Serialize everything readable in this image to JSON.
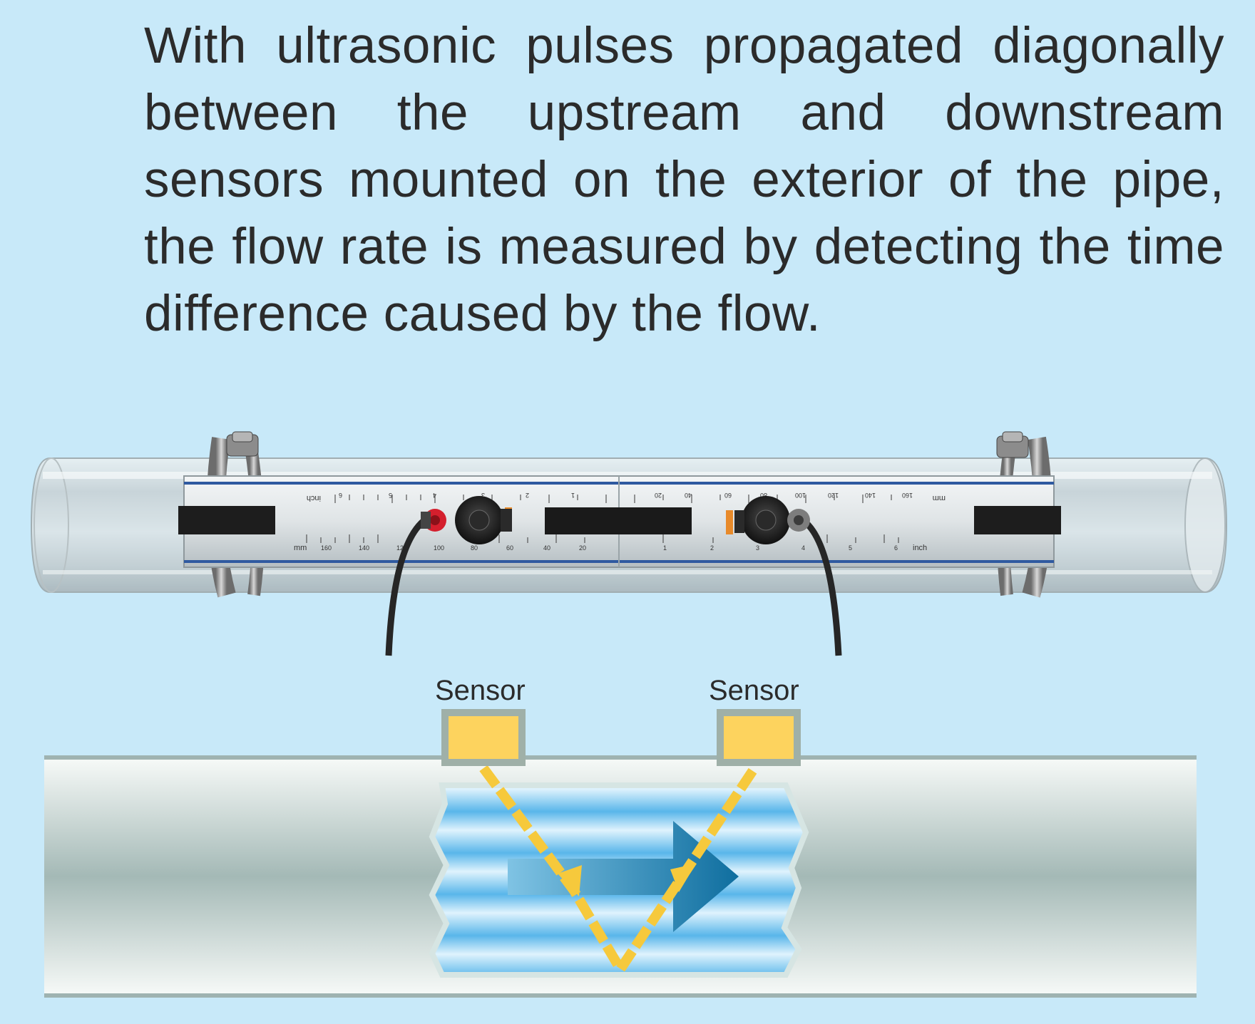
{
  "description": "With ultrasonic pulses propagated diagonally between the upstream and downstream sensors mounted on the exterior of the pipe, the flow rate is measured by detecting the time difference caused by the flow.",
  "photo": {
    "scale_left_unit_top": "inch",
    "scale_left_unit_bottom": "mm",
    "scale_right_unit_top": "mm",
    "scale_right_unit_bottom": "inch",
    "scale_left_bottom_ticks": [
      "160",
      "140",
      "120",
      "100",
      "80",
      "60",
      "40",
      "20"
    ],
    "scale_right_top_ticks": [
      "20",
      "40",
      "60",
      "80",
      "100",
      "120",
      "140",
      "160"
    ],
    "scale_left_top_ticks": [
      "6",
      "5",
      "4",
      "3",
      "2",
      "1"
    ],
    "scale_right_bottom_ticks": [
      "1",
      "2",
      "3",
      "4",
      "5",
      "6"
    ]
  },
  "diagram": {
    "upstream_sensor_label": "Sensor",
    "downstream_sensor_label": "Sensor"
  },
  "colors": {
    "background": "#c8e9f9",
    "sensor_fill": "#fdd35e",
    "sensor_border": "#9fb0a8",
    "ultrasonic_path": "#f6c93c",
    "flow_arrow": "#1f7fae",
    "text": "#2b2b2b"
  }
}
